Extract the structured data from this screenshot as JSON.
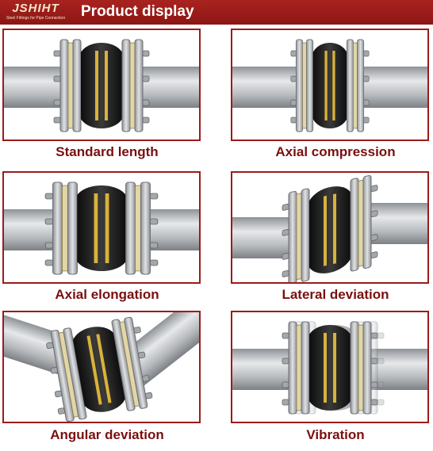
{
  "header": {
    "logo_text": "JSHIHT",
    "logo_subtext": "Steel Fittings for Pipe Connection",
    "title": "Product display"
  },
  "panels": [
    {
      "caption": "Standard length"
    },
    {
      "caption": "Axial compression"
    },
    {
      "caption": "Axial elongation"
    },
    {
      "caption": "Lateral deviation"
    },
    {
      "caption": "Angular deviation"
    },
    {
      "caption": "Vibration"
    }
  ],
  "colors": {
    "header_bg": "#951a17",
    "border": "#9b1c1a",
    "caption_text": "#7a0f0f",
    "pipe": "#b9bcbf",
    "flange_ring": "#e2d6a6",
    "rubber": "#1b1b1b",
    "stripe": "#d9b23a"
  }
}
